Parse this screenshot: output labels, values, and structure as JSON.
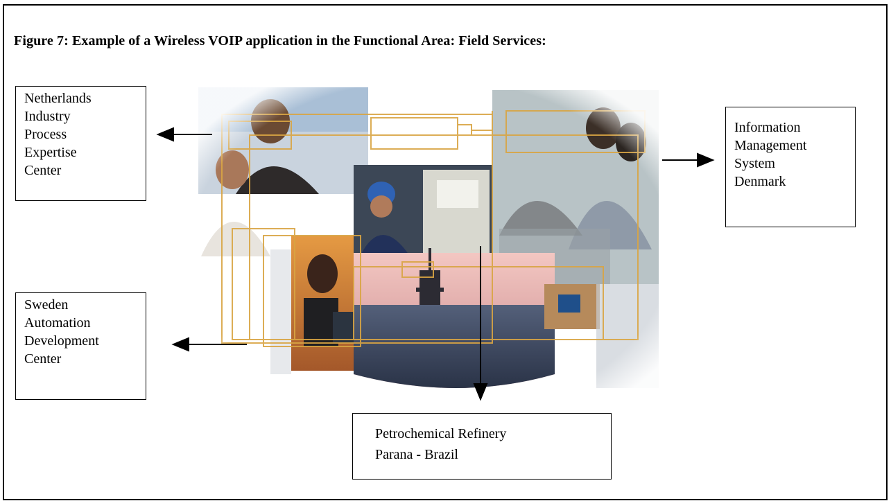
{
  "figure": {
    "title": "Figure 7: Example of a Wireless VOIP application in the Functional Area: Field Services:"
  },
  "boxes": {
    "netherlands": [
      "Netherlands",
      "Industry",
      "Process",
      "Expertise",
      "Center"
    ],
    "sweden": [
      "Sweden",
      "Automation",
      "Development",
      "Center"
    ],
    "denmark": [
      "Information",
      "Management",
      "System",
      "Denmark"
    ],
    "brazil": [
      "Petrochemical Refinery",
      "Parana - Brazil"
    ]
  },
  "colors": {
    "frame_line": "#c8962a",
    "sky": "#e8a9a6",
    "sea": "#3c4a61"
  }
}
